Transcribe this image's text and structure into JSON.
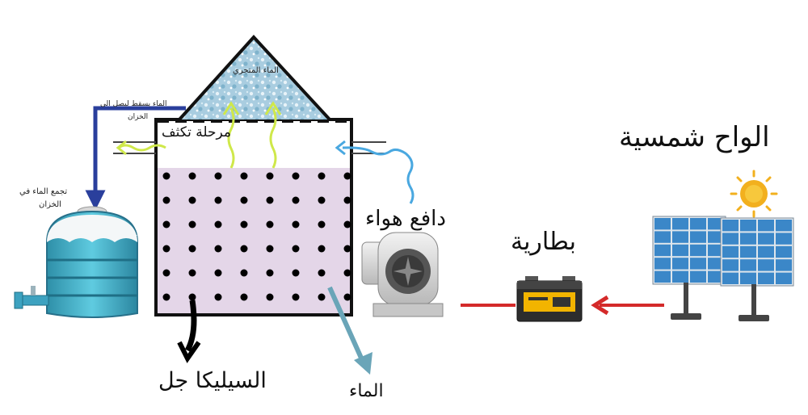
{
  "labels": {
    "solar_panels": "الواح شمسية",
    "battery": "بطارية",
    "air_blower": "دافع هواء",
    "silica_gel": "السيليكا جل",
    "water": "الماء",
    "condensation_stage": "مرحلة تكثف",
    "roof_water": "الماء المتجري",
    "pipe_water_line1": "الماء يسقط ليصل الى",
    "pipe_water_line2": "الخزان",
    "tank_collect_line1": "تجمع الماء في",
    "tank_collect_line2": "الخزان"
  },
  "colors": {
    "chamber_fill": "#e4d6e8",
    "roof_fill": "#a9cde0",
    "tank_blue": "#4fb8cf",
    "drain_pipe": "#2a3f9c",
    "red_arrow": "#d42a2a",
    "water_arrow": "#6aa5b8",
    "vapor": "#cfe84a",
    "air_flow": "#4aa8e0",
    "sun": "#f2b01e",
    "panel": "#3b87c8"
  },
  "icons": [
    "sun-icon",
    "solar-panel-icon",
    "battery-icon",
    "blower-icon",
    "water-tank-icon"
  ]
}
